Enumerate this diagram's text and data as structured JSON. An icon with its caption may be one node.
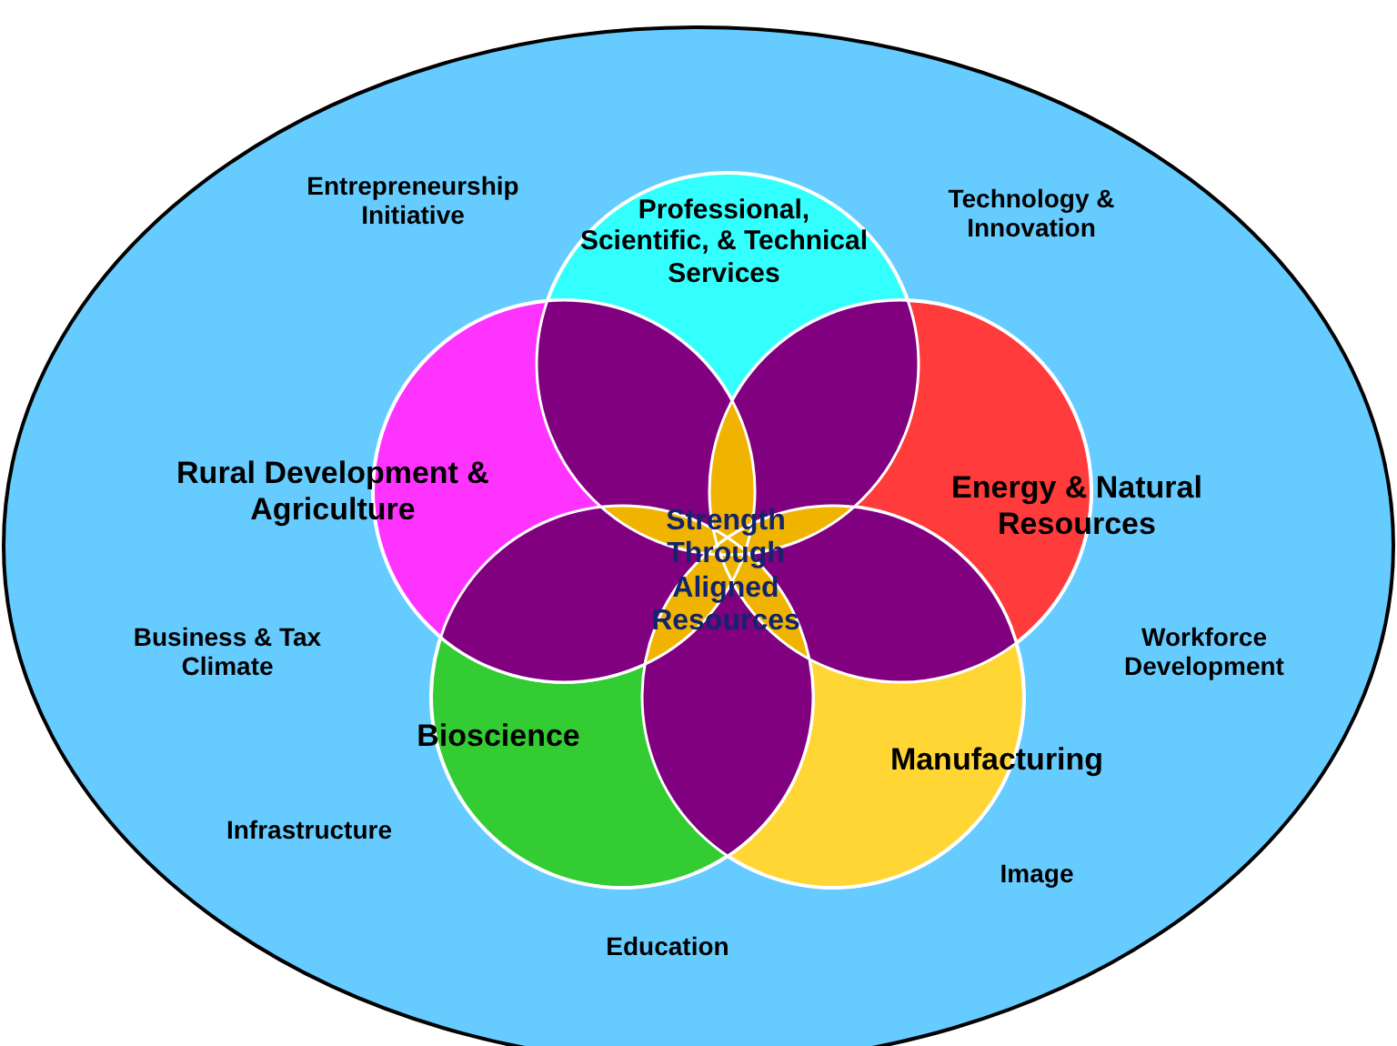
{
  "diagram": {
    "nodes": [
      {
        "text": [],
        "shape": "ellipse"
      },
      {
        "text": [
          "Professional, Scientific, & Technical Services"
        ],
        "in": 0
      },
      {
        "text": [
          "Energy & Natural Resources"
        ],
        "in": 0
      },
      {
        "text": [
          "Manufacturing"
        ],
        "in": 0
      },
      {
        "text": [
          "Bioscience"
        ],
        "in": 0
      },
      {
        "text": [
          "Rural Development & Agriculture"
        ],
        "in": 0
      },
      {
        "text": [
          "Strength Through Aligned Resources"
        ]
      }
    ],
    "edges": [],
    "labels": [
      "Entrepreneurship Initiative",
      "Technology & Innovation",
      "Business & Tax Climate",
      "Workforce Development",
      "Infrastructure",
      "Image",
      "Education"
    ]
  }
}
